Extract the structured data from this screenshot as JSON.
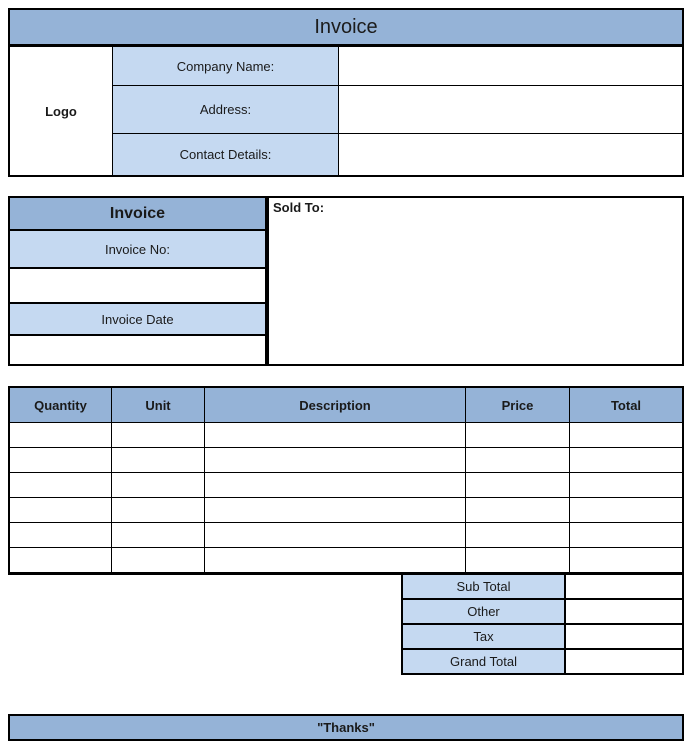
{
  "colors": {
    "header_blue": "#95B3D7",
    "label_light_blue": "#C5D9F1",
    "border": "#000000",
    "text": "#1a1a1a"
  },
  "title_bar": {
    "label": "Invoice"
  },
  "company_header": {
    "logo_label": "Logo",
    "rows": [
      {
        "label": "Company Name:",
        "value": ""
      },
      {
        "label": "Address:",
        "value": ""
      },
      {
        "label": "Contact Details:",
        "value": ""
      }
    ]
  },
  "invoice_meta": {
    "title": "Invoice",
    "fields": [
      {
        "label": "Invoice No:",
        "value": ""
      },
      {
        "label": "Invoice Date",
        "value": ""
      }
    ],
    "sold_to": {
      "label": "Sold To:",
      "value": ""
    }
  },
  "items_table": {
    "columns": [
      "Quantity",
      "Unit",
      "Description",
      "Price",
      "Total"
    ],
    "rows": [
      [
        "",
        "",
        "",
        "",
        ""
      ],
      [
        "",
        "",
        "",
        "",
        ""
      ],
      [
        "",
        "",
        "",
        "",
        ""
      ],
      [
        "",
        "",
        "",
        "",
        ""
      ],
      [
        "",
        "",
        "",
        "",
        ""
      ],
      [
        "",
        "",
        "",
        "",
        ""
      ]
    ]
  },
  "totals": {
    "rows": [
      {
        "label": "Sub Total",
        "value": ""
      },
      {
        "label": "Other",
        "value": ""
      },
      {
        "label": "Tax",
        "value": ""
      },
      {
        "label": "Grand Total",
        "value": ""
      }
    ]
  },
  "footer": {
    "label": "\"Thanks\""
  }
}
